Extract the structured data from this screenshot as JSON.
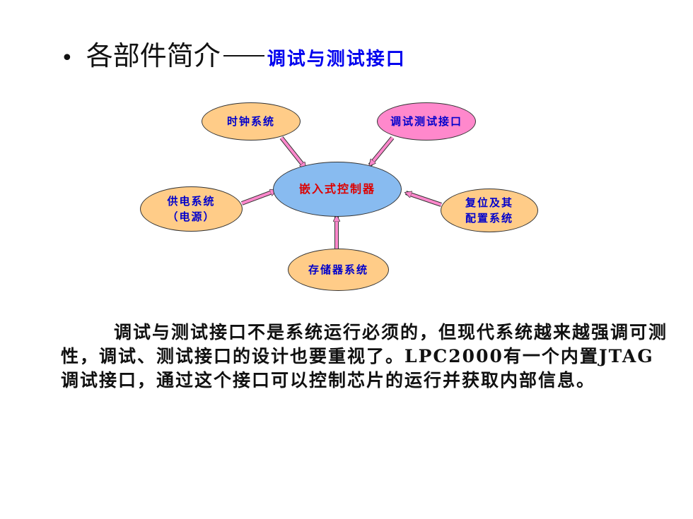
{
  "title": {
    "bullet": "•",
    "main": "各部件简介",
    "sub": "调试与测试接口"
  },
  "diagram": {
    "center": "嵌入式控制器",
    "clock": "时钟系统",
    "debug": "调试测试接口",
    "power_line1": "供电系统",
    "power_line2": "（电源）",
    "reset_line1": "复位及其",
    "reset_line2": "配置系统",
    "storage": "存储器系统",
    "colors": {
      "node_orange": "#ffcc88",
      "node_pink": "#ff88cc",
      "center_blue": "#88bbf0",
      "arrow": "#ff88cc"
    }
  },
  "body": {
    "paragraph": "调试与测试接口不是系统运行必须的，但现代系统越来越强调可测性，调试、测试接口的设计也要重视了。LPC2000有一个内置JTAG调试接口，通过这个接口可以控制芯片的运行并获取内部信息。"
  }
}
